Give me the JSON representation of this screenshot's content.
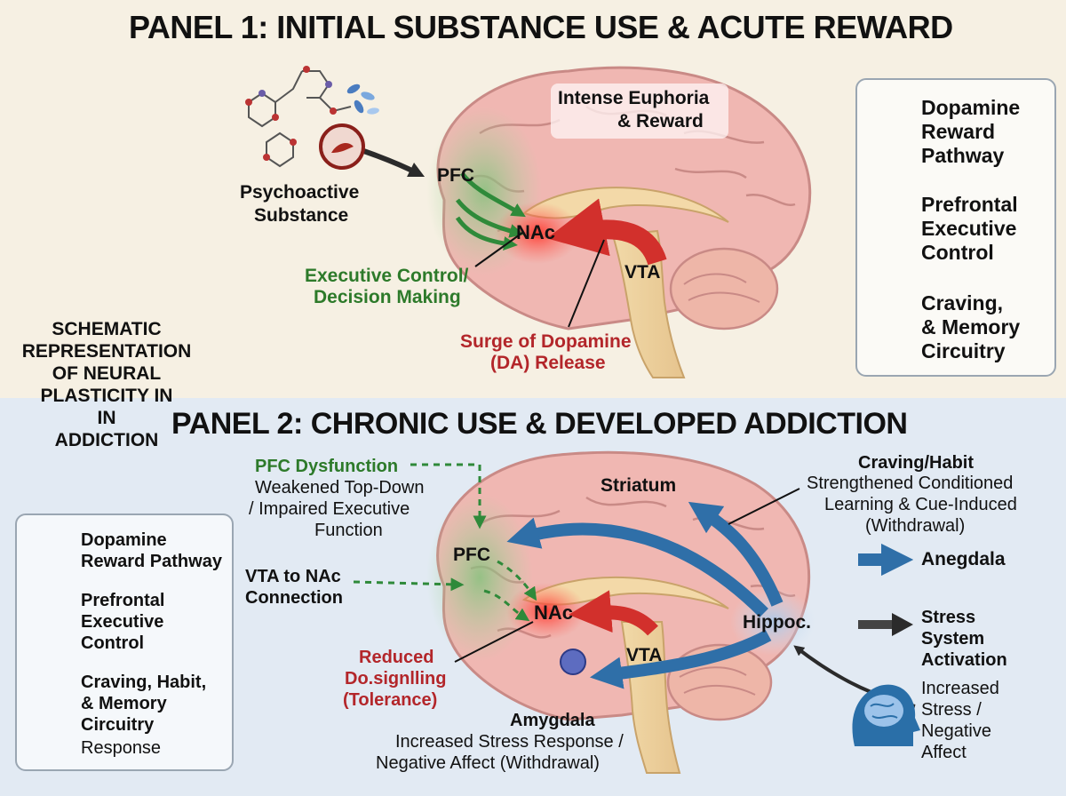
{
  "panel1": {
    "title": "PANEL 1: INITIAL SUBSTANCE USE & ACUTE REWARD",
    "euphoria": [
      "Intense Euphoria",
      "& Reward"
    ],
    "substance": [
      "Psychoactive",
      "Substance"
    ],
    "pfc": "PFC",
    "nac": "NAc",
    "vta": "VTA",
    "exec_control": [
      "Executive Control/",
      "Decision Making"
    ],
    "surge": [
      "Surge of Dopamine",
      "(DA) Release"
    ],
    "legend": [
      {
        "label": "Dopamine\nReward\nPathway",
        "icon": "red-arrow-icon"
      },
      {
        "label": "Prefrontal\nExecutive\nControl",
        "icon": "green-arrow-icon"
      },
      {
        "label": "Craving,\n& Memory\nCircuitry",
        "icon": "blue-arrow-icon"
      }
    ]
  },
  "side_label": [
    "SCHEMATIC",
    "REPRESENTATION",
    "OF NEURAL",
    "PLASTICITY IN",
    "IN",
    "ADDICTION"
  ],
  "panel2": {
    "title": "PANEL 2:  CHRONIC USE & DEVELOPED ADDICTION",
    "pfc_dysfunction_title": "PFC Dysfunction",
    "pfc_dysfunction_desc": [
      "Weakened Top-Down",
      "/ Impaired Executive",
      "Function"
    ],
    "striatum": "Striatum",
    "craving_title": "Craving/Habit",
    "craving_desc": [
      "Strengthened Conditioned",
      "Learning & Cue-Induced",
      "(Withdrawal)"
    ],
    "vta_nac": [
      "VTA to NAc",
      "Connection"
    ],
    "pfc": "PFC",
    "nac": "NAc",
    "vta": "VTA",
    "hippoc": "Hippoc.",
    "reduced": [
      "Reduced",
      "Do.signlling",
      "(Tolerance)"
    ],
    "amygdala_title": "Amygdala",
    "amygdala_desc": [
      "Increased Stress Response /",
      "Negative Affect (Withdrawal)"
    ],
    "right_blue_label": "Anegdala",
    "stress_label": [
      "Stress",
      "System",
      "Activation"
    ],
    "stress_desc": [
      "Increased",
      "Stress /",
      "Negative",
      "Affect"
    ],
    "legend": [
      {
        "label": "Dopamine\nReward Pathway",
        "icon": "red-arrow-icon"
      },
      {
        "label": "Prefrontal\nExecutive\nControl",
        "icon": "green-arrow-icon"
      },
      {
        "label": "Craving, Habit,\n& Memory\nCircuitry",
        "icon": "blue-arrow-icon"
      }
    ],
    "legend_extra": "Response"
  },
  "colors": {
    "red": "#d2302c",
    "green": "#2f8a3a",
    "blue": "#2f6fa8",
    "brain": "#f0b7b2"
  }
}
